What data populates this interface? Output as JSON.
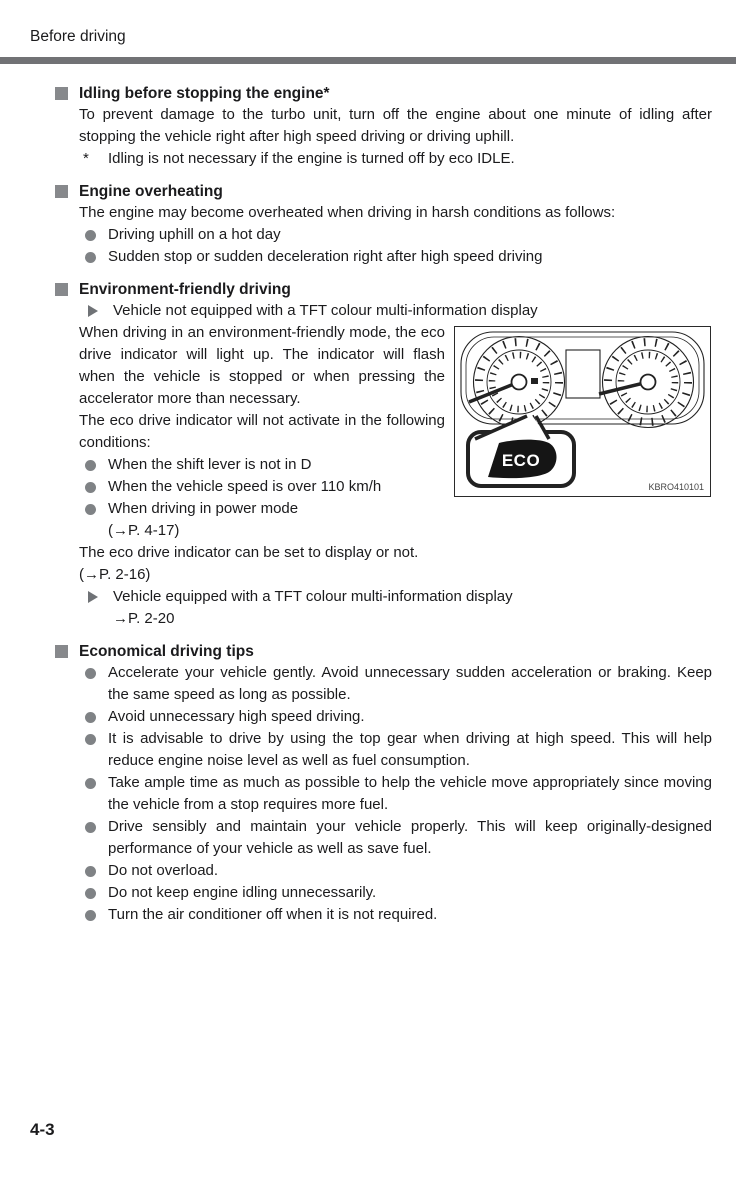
{
  "header": {
    "title": "Before driving"
  },
  "footer": {
    "page_number": "4-3"
  },
  "colors": {
    "top_bar": "#717275",
    "section_square": "#87898c",
    "bullet": "#7f8285",
    "text": "#1b1b1d"
  },
  "sections": {
    "idling": {
      "heading": "Idling before stopping the engine*",
      "body": "To prevent damage to the turbo unit, turn off the engine about one minute of idling after stopping the vehicle right after high speed driving or driving uphill.",
      "footnote_marker": "*",
      "footnote": "Idling is not necessary if the engine is turned off by eco IDLE."
    },
    "overheating": {
      "heading": "Engine overheating",
      "body": "The engine may become overheated when driving in harsh conditions as follows:",
      "bullets": [
        "Driving uphill on a hot day",
        "Sudden stop or sudden deceleration right after high speed driving"
      ]
    },
    "eco": {
      "heading": "Environment-friendly driving",
      "variant_not_equipped": "Vehicle not equipped with a TFT colour multi-information display",
      "para1": "When driving in an environment-friendly mode, the eco drive indicator will light up. The indicator will flash when the vehicle is stopped or when pressing the accelerator more than necessary.",
      "para2": "The eco drive indicator will not activate in the following conditions:",
      "bullets": [
        "When the shift lever is not in D",
        "When the vehicle speed is over 110 km/h",
        "When driving in power mode"
      ],
      "bullet3_ref": "(→P. 4-17)",
      "para3": "The eco drive indicator can be set to display or not.",
      "para3_ref": "(→P. 2-16)",
      "variant_equipped": "Vehicle equipped with a TFT colour multi-information display",
      "variant_equipped_ref": "→P. 2-20",
      "figure": {
        "eco_label": "ECO",
        "code": "KBRO410101"
      }
    },
    "tips": {
      "heading": "Economical driving tips",
      "bullets": [
        "Accelerate your vehicle gently. Avoid unnecessary sudden acceleration or braking. Keep the same speed as long as possible.",
        "Avoid unnecessary high speed driving.",
        "It is advisable to drive by using the top gear when driving at high speed. This will help reduce engine noise level as well as fuel consumption.",
        "Take ample time as much as possible to help the vehicle move appropriately since moving the vehicle from a stop requires more fuel.",
        "Drive sensibly and maintain your vehicle properly. This will keep originally-designed performance of your vehicle as well as save fuel.",
        "Do not overload.",
        "Do not keep engine idling unnecessarily.",
        "Turn the air conditioner off when it is not required."
      ]
    }
  }
}
